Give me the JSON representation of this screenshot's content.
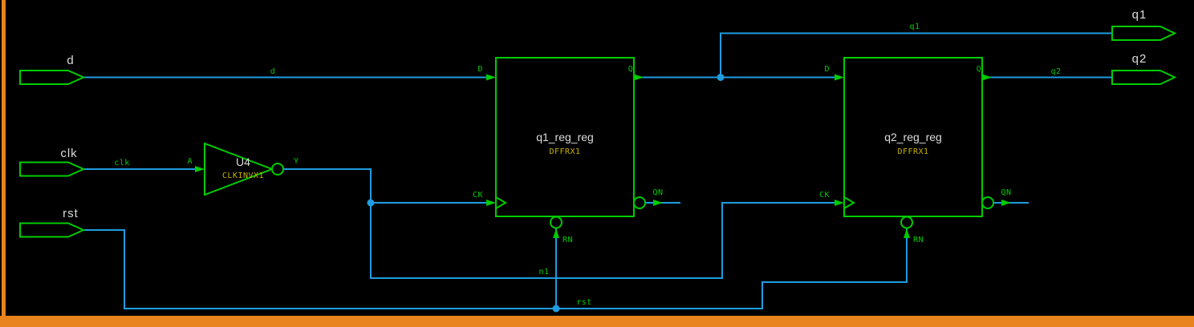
{
  "colors": {
    "bg": "#000000",
    "frame": "#e8831d",
    "wire": "#1e9de0",
    "green": "#00cc00",
    "yellow": "#c9b200",
    "text": "#dcdcdc"
  },
  "schematic": {
    "ports": {
      "inputs": [
        {
          "label": "d",
          "net": "d"
        },
        {
          "label": "clk",
          "net": "clk"
        },
        {
          "label": "rst",
          "net": "rst"
        }
      ],
      "outputs": [
        {
          "label": "q1",
          "net": "q1"
        },
        {
          "label": "q2",
          "net": "q2"
        }
      ]
    },
    "instances": [
      {
        "name": "U4",
        "cell": "CLKINVX1",
        "type": "inverter",
        "pins": [
          {
            "name": "A"
          },
          {
            "name": "Y"
          }
        ]
      },
      {
        "name": "q1_reg_reg",
        "cell": "DFFRX1",
        "type": "flip-flop",
        "pins": [
          {
            "name": "D"
          },
          {
            "name": "Q"
          },
          {
            "name": "CK"
          },
          {
            "name": "QN"
          },
          {
            "name": "RN"
          }
        ]
      },
      {
        "name": "q2_reg_reg",
        "cell": "DFFRX1",
        "type": "flip-flop",
        "pins": [
          {
            "name": "D"
          },
          {
            "name": "Q"
          },
          {
            "name": "CK"
          },
          {
            "name": "QN"
          },
          {
            "name": "RN"
          }
        ]
      }
    ],
    "nets": [
      {
        "name": "d"
      },
      {
        "name": "clk"
      },
      {
        "name": "n1"
      },
      {
        "name": "rst"
      },
      {
        "name": "q1"
      },
      {
        "name": "q2"
      }
    ]
  }
}
